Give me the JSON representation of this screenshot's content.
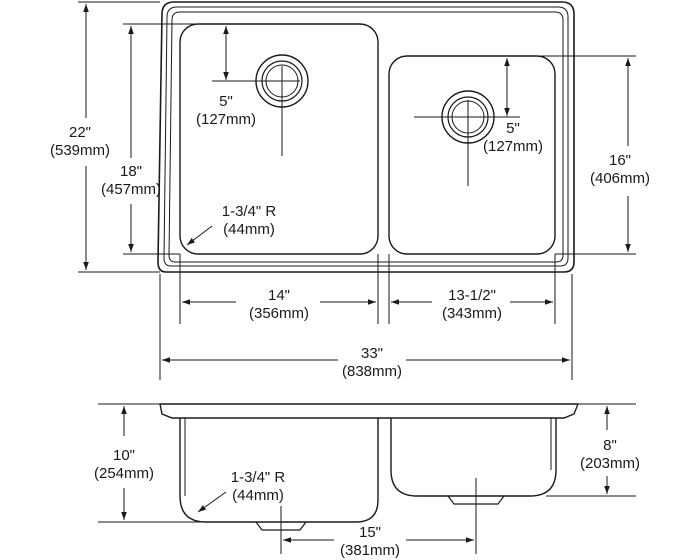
{
  "top_view": {
    "overall_depth": {
      "imperial": "22\"",
      "metric": "(539mm)"
    },
    "left_bowl_depth": {
      "imperial": "18\"",
      "metric": "(457mm)"
    },
    "right_bowl_depth": {
      "imperial": "16\"",
      "metric": "(406mm)"
    },
    "left_drain_offset": {
      "imperial": "5\"",
      "metric": "(127mm)"
    },
    "right_drain_offset": {
      "imperial": "5\"",
      "metric": "(127mm)"
    },
    "corner_radius": {
      "imperial": "1-3/4\" R",
      "metric": "(44mm)"
    },
    "left_bowl_width": {
      "imperial": "14\"",
      "metric": "(356mm)"
    },
    "right_bowl_width": {
      "imperial": "13-1/2\"",
      "metric": "(343mm)"
    },
    "overall_width": {
      "imperial": "33\"",
      "metric": "(838mm)"
    }
  },
  "side_view": {
    "left_bowl_height": {
      "imperial": "10\"",
      "metric": "(254mm)"
    },
    "right_bowl_height": {
      "imperial": "8\"",
      "metric": "(203mm)"
    },
    "corner_radius": {
      "imperial": "1-3/4\" R",
      "metric": "(44mm)"
    },
    "drain_spacing": {
      "imperial": "15\"",
      "metric": "(381mm)"
    }
  }
}
